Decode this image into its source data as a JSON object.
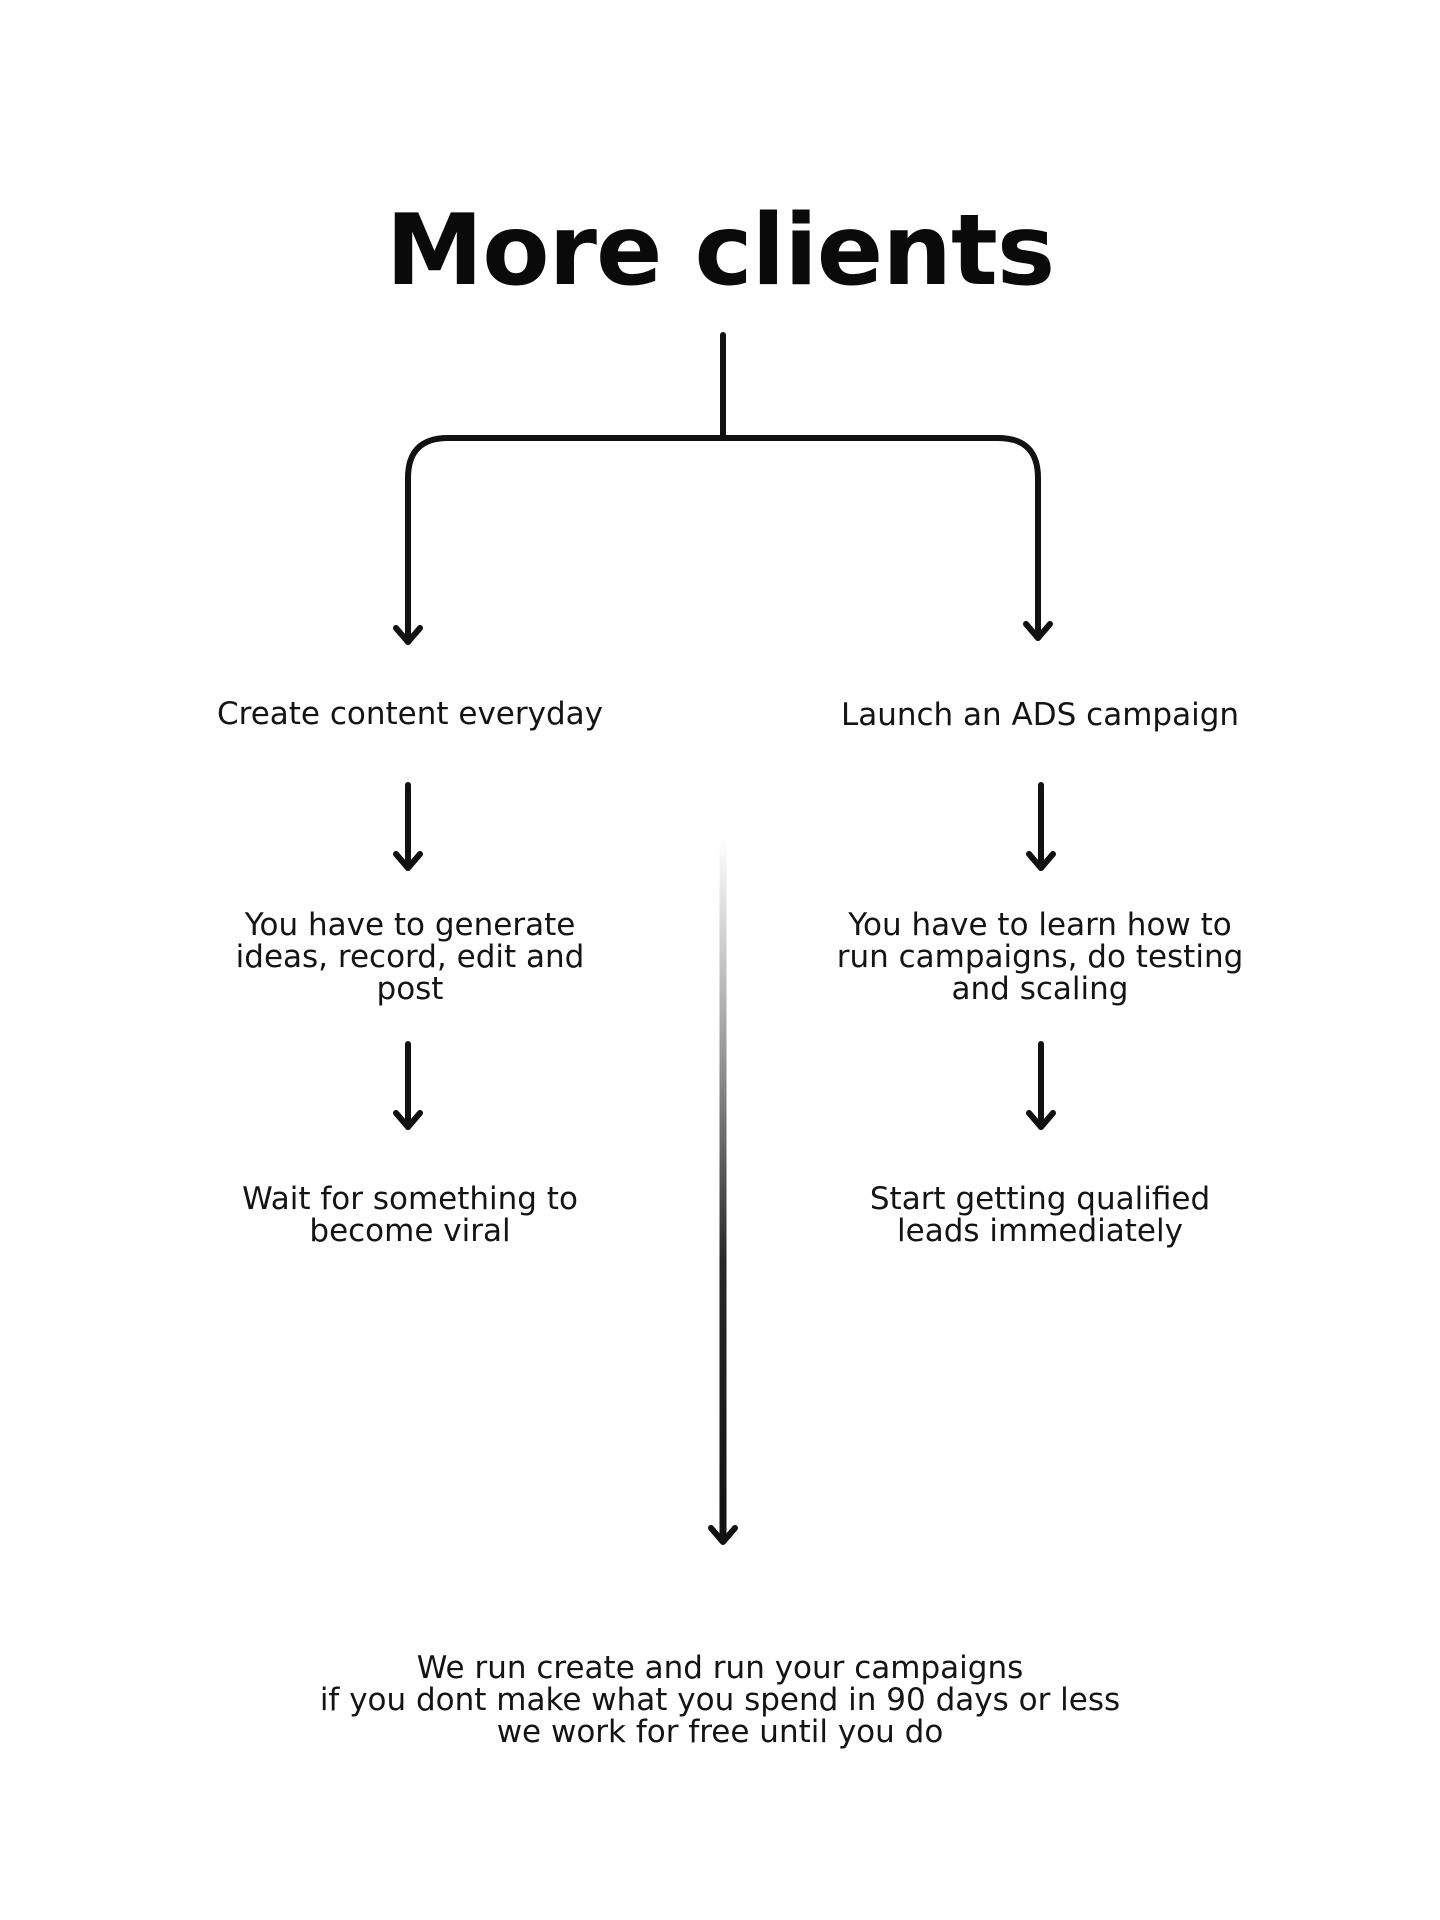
{
  "title": "More clients",
  "left_branch": {
    "step1": "Create content everyday",
    "step2": "You have to generate\nideas, record, edit and\npost",
    "step3": "Wait for something to\nbecome viral"
  },
  "right_branch": {
    "step1": "Launch an ADS campaign",
    "step2": "You have to learn how to\nrun campaigns, do testing\nand scaling",
    "step3": "Start getting qualified\nleads immediately"
  },
  "footer": "We run create and run your campaigns\nif you dont make what you spend in 90 days or less\nwe work for free until you do",
  "colors": {
    "background": "#ffffff",
    "ink": "#111111"
  }
}
